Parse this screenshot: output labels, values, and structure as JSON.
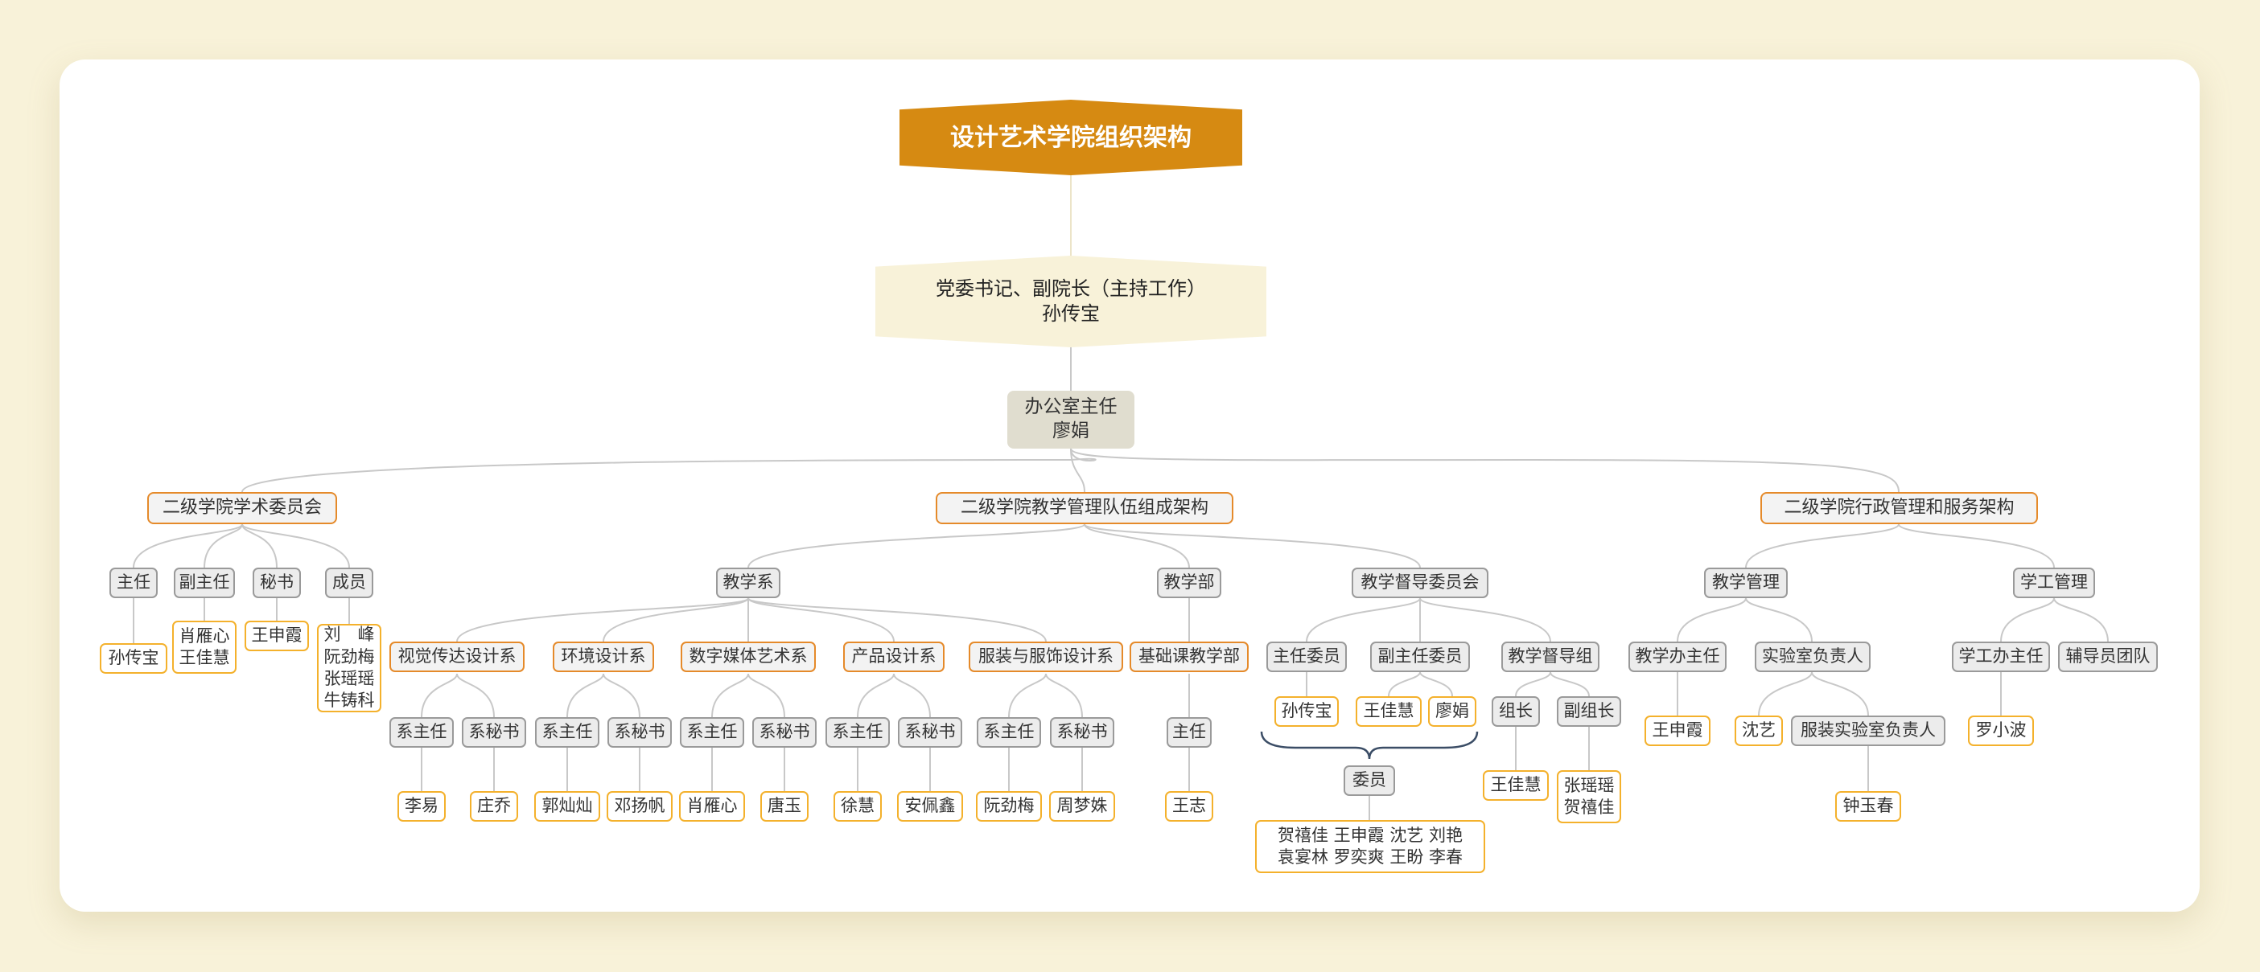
{
  "title": "设计艺术学院组织架构",
  "leader": "党委书记、副院长（主持工作）\n孙传宝",
  "office": "办公室主任\n廖娟",
  "academic_committee": {
    "name": "二级学院学术委员会",
    "roles": [
      {
        "title": "主任",
        "people": "孙传宝"
      },
      {
        "title": "副主任",
        "people": "肖雁心\n王佳慧"
      },
      {
        "title": "秘书",
        "people": "王申霞"
      },
      {
        "title": "成员",
        "people": "刘　峰\n阮劲梅\n张瑶瑶\n牛铸科"
      }
    ]
  },
  "teaching_team": {
    "name": "二级学院教学管理队伍组成架构",
    "teaching_dept": {
      "name": "教学系",
      "departments": [
        {
          "name": "视觉传达设计系",
          "chair": "系主任",
          "chair_name": "李易",
          "secretary": "系秘书",
          "secretary_name": "庄乔"
        },
        {
          "name": "环境设计系",
          "chair": "系主任",
          "chair_name": "郭灿灿",
          "secretary": "系秘书",
          "secretary_name": "邓扬帆"
        },
        {
          "name": "数字媒体艺术系",
          "chair": "系主任",
          "chair_name": "肖雁心",
          "secretary": "系秘书",
          "secretary_name": "唐玉"
        },
        {
          "name": "产品设计系",
          "chair": "系主任",
          "chair_name": "徐慧",
          "secretary": "系秘书",
          "secretary_name": "安佩鑫"
        },
        {
          "name": "服装与服饰设计系",
          "chair": "系主任",
          "chair_name": "阮劲梅",
          "secretary": "系秘书",
          "secretary_name": "周梦姝"
        }
      ]
    },
    "teaching_office": {
      "name": "教学部",
      "unit": "基础课教学部",
      "role": "主任",
      "person": "王志"
    },
    "supervision": {
      "name": "教学督导委员会",
      "director": {
        "title": "主任委员",
        "person": "孙传宝"
      },
      "deputy": {
        "title": "副主任委员",
        "persons": [
          "王佳慧",
          "廖娟"
        ]
      },
      "members_title": "委员",
      "members": "贺禧佳  王申霞  沈艺  刘艳\n袁宴林  罗奕爽  王盼  李春",
      "group": {
        "name": "教学督导组",
        "leader": "组长",
        "leader_name": "王佳慧",
        "deputy": "副组长",
        "deputy_names": "张瑶瑶\n贺禧佳"
      }
    }
  },
  "admin": {
    "name": "二级学院行政管理和服务架构",
    "teaching_mgmt": {
      "name": "教学管理",
      "office_head": "教学办主任",
      "office_head_name": "王申霞",
      "lab_head": "实验室负责人",
      "lab_head_name": "沈艺",
      "fashion_lab": "服装实验室负责人",
      "fashion_lab_name": "钟玉春"
    },
    "student_mgmt": {
      "name": "学工管理",
      "office_head": "学工办主任",
      "office_head_name": "罗小波",
      "counselors": "辅导员团队"
    }
  },
  "colors": {
    "background": "#f8f2d9",
    "root": "#d68a12",
    "orange_border": "#e58a2a",
    "yellow_border": "#f4b12c",
    "gray_border": "#9a9a9a",
    "brace": "#3b4d66"
  }
}
